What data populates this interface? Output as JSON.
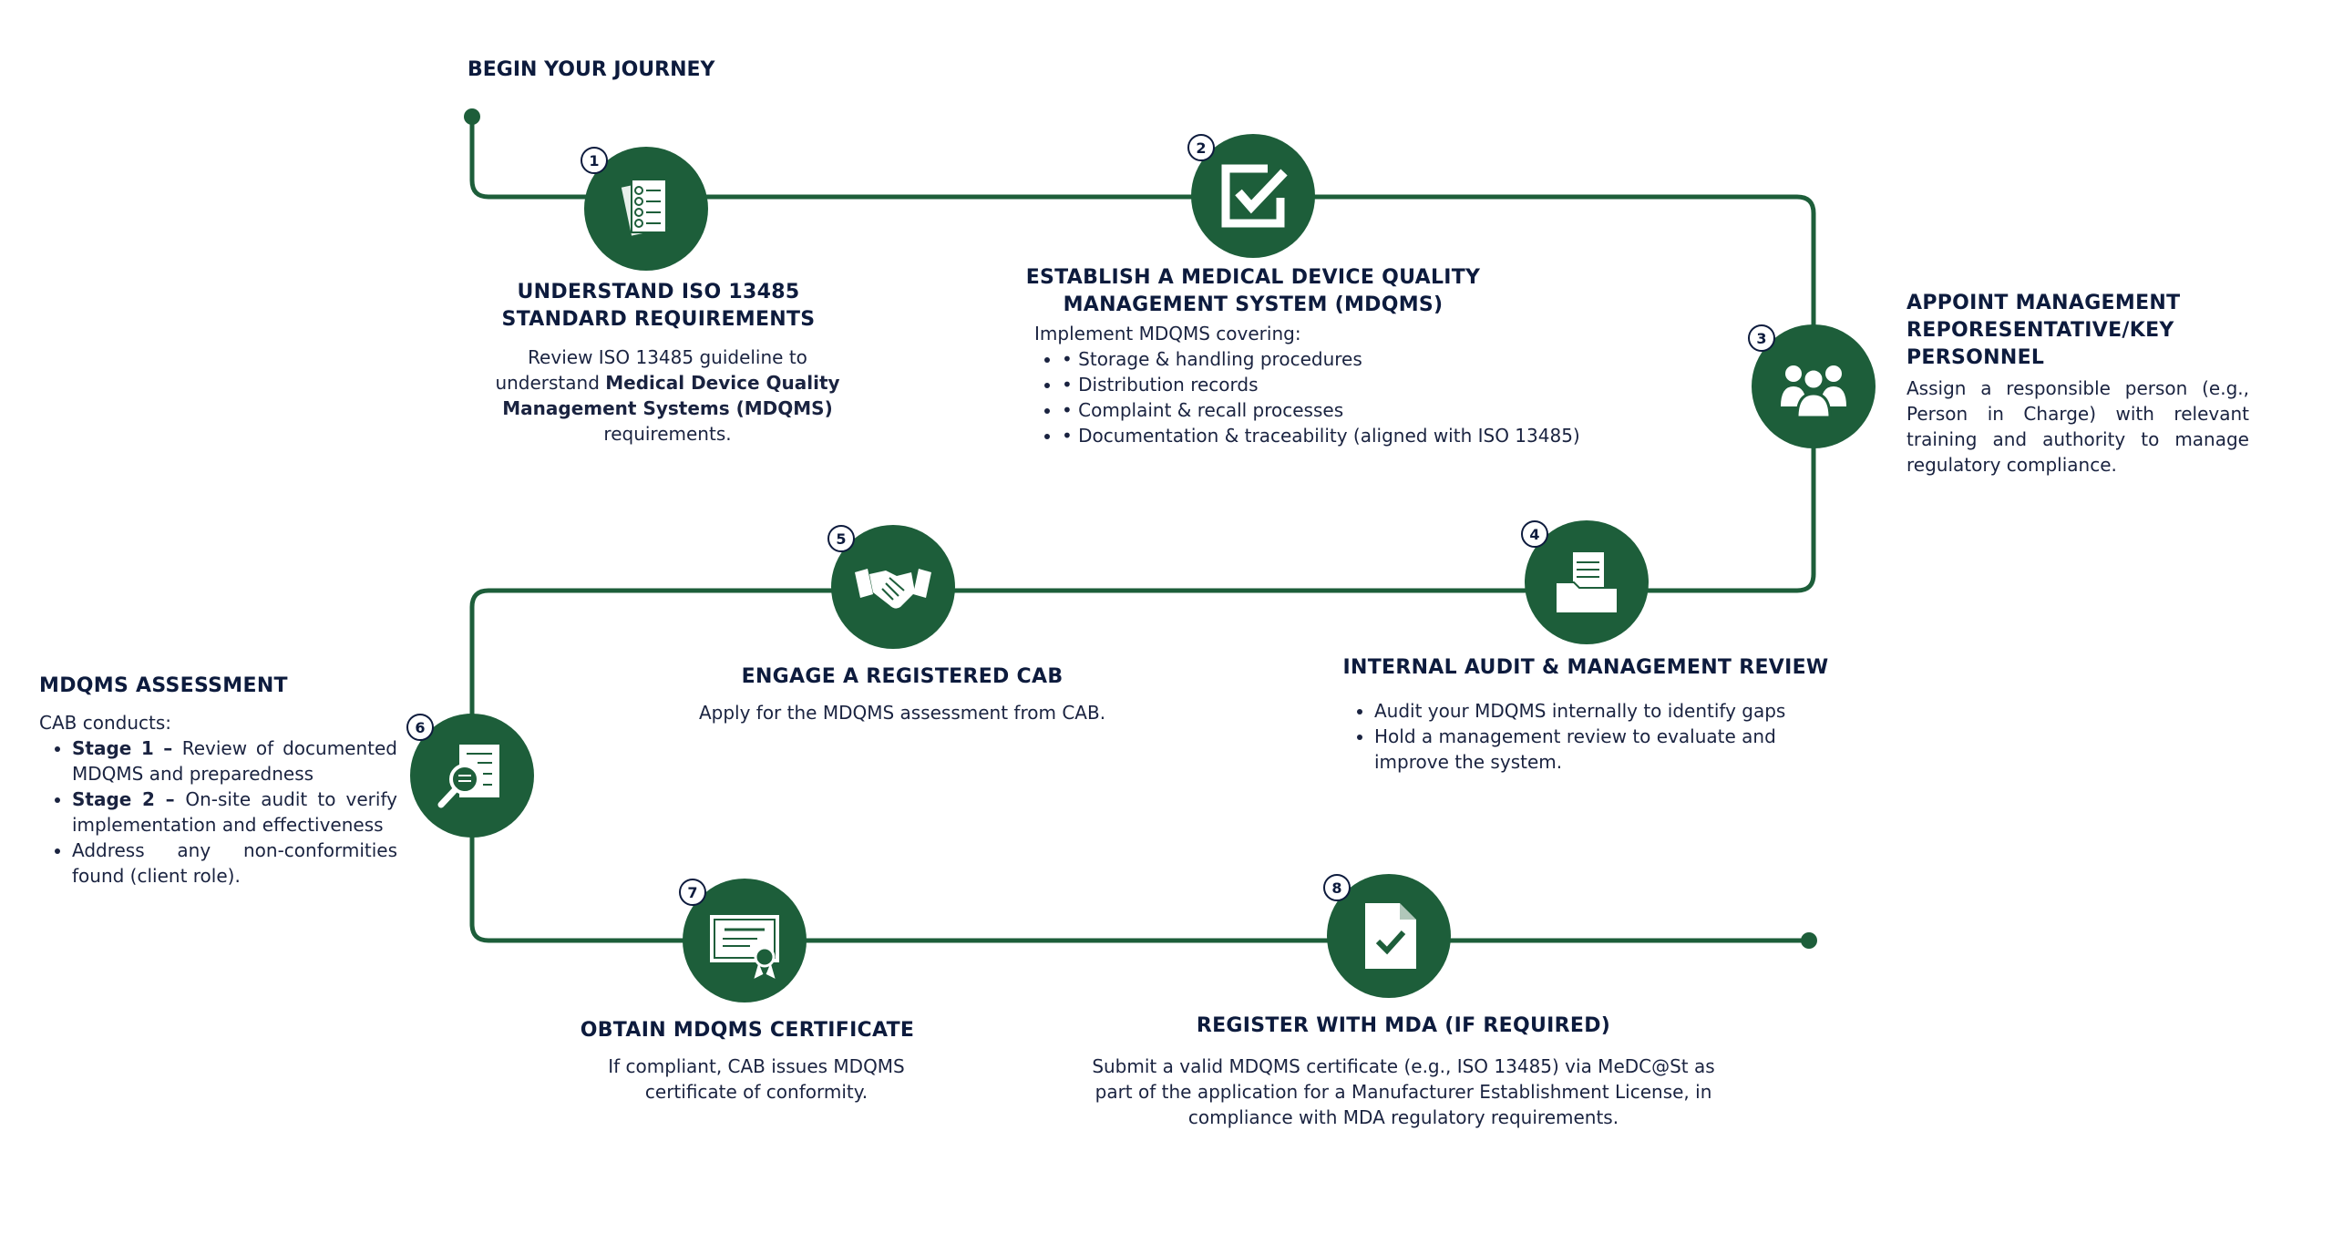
{
  "begin_label": "BEGIN YOUR JOURNEY",
  "colors": {
    "node_green": "#1d5e3a",
    "path_green": "#1d5e3a",
    "text_navy": "#0d1b3d"
  },
  "steps": [
    {
      "number": "1",
      "icon": "checklist-document-icon",
      "title": "UNDERSTAND ISO 13485 STANDARD REQUIREMENTS",
      "desc_plain_1": "Review ISO 13485 guideline to understand ",
      "desc_bold": "Medical Device Quality Management Systems (MDQMS)",
      "desc_plain_2": " requirements."
    },
    {
      "number": "2",
      "icon": "checkbox-tick-icon",
      "title": "ESTABLISH A MEDICAL DEVICE QUALITY MANAGEMENT SYSTEM (MDQMS)",
      "intro": "Implement MDQMS covering:",
      "bullets": [
        "• Storage & handling procedures",
        "• Distribution records",
        "• Complaint & recall processes",
        "• Documentation & traceability (aligned with ISO 13485)"
      ]
    },
    {
      "number": "3",
      "icon": "team-people-icon",
      "title": "APPOINT MANAGEMENT REPORESENTATIVE/KEY PERSONNEL",
      "desc": "Assign a responsible person (e.g., Person in Charge) with relevant training and authority to manage regulatory compliance."
    },
    {
      "number": "4",
      "icon": "folder-documents-icon",
      "title": "INTERNAL AUDIT & MANAGEMENT REVIEW",
      "bullets": [
        "Audit your MDQMS internally to identify gaps",
        "Hold a management review to evaluate and improve the system."
      ]
    },
    {
      "number": "5",
      "icon": "handshake-icon",
      "title": "ENGAGE A REGISTERED CAB",
      "desc": "Apply for the MDQMS assessment from CAB."
    },
    {
      "number": "6",
      "icon": "document-magnifier-icon",
      "title": "MDQMS ASSESSMENT",
      "intro": "CAB conducts:",
      "bullets": [
        {
          "bold": "Stage 1 – ",
          "text": "Review of documented MDQMS and preparedness"
        },
        {
          "bold": " Stage 2 – ",
          "text": "On-site audit to verify implementation and effectiveness"
        },
        {
          "bold": "",
          "text": "Address any non-conformities found (client role)."
        }
      ]
    },
    {
      "number": "7",
      "icon": "certificate-icon",
      "title": "OBTAIN MDQMS CERTIFICATE",
      "desc": "If compliant, CAB issues MDQMS certificate of conformity."
    },
    {
      "number": "8",
      "icon": "file-check-icon",
      "title": "REGISTER WITH MDA (IF REQUIRED)",
      "desc": "Submit a valid MDQMS certificate (e.g., ISO 13485) via MeDC@St as part of the application for a Manufacturer Establishment License, in compliance with MDA regulatory requirements."
    }
  ]
}
